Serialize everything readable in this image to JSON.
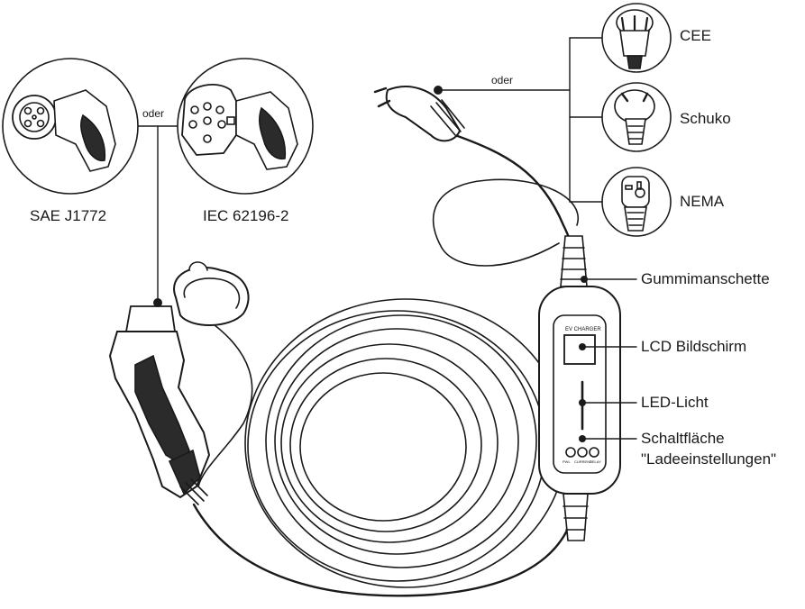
{
  "left_connectors": {
    "or_label": "oder",
    "connector_a": "SAE J1772",
    "connector_b": "IEC 62196-2"
  },
  "right_plugs": {
    "or_label": "oder",
    "plug_1": "CEE",
    "plug_2": "Schuko",
    "plug_3": "NEMA"
  },
  "control_box": {
    "screen_caption": "EV CHARGER",
    "button_captions": [
      "PWL",
      "CURRENT",
      "DELAY"
    ]
  },
  "callouts": {
    "rubber_sleeve": "Gummimanschette",
    "lcd_screen": "LCD Bildschirm",
    "led_light": "LED-Licht",
    "button_line1": "Schaltfläche",
    "button_line2": "\"Ladeeinstellungen\""
  },
  "colors": {
    "line": "#1a1a1a",
    "fill": "#ffffff",
    "accent_dark": "#222222"
  }
}
